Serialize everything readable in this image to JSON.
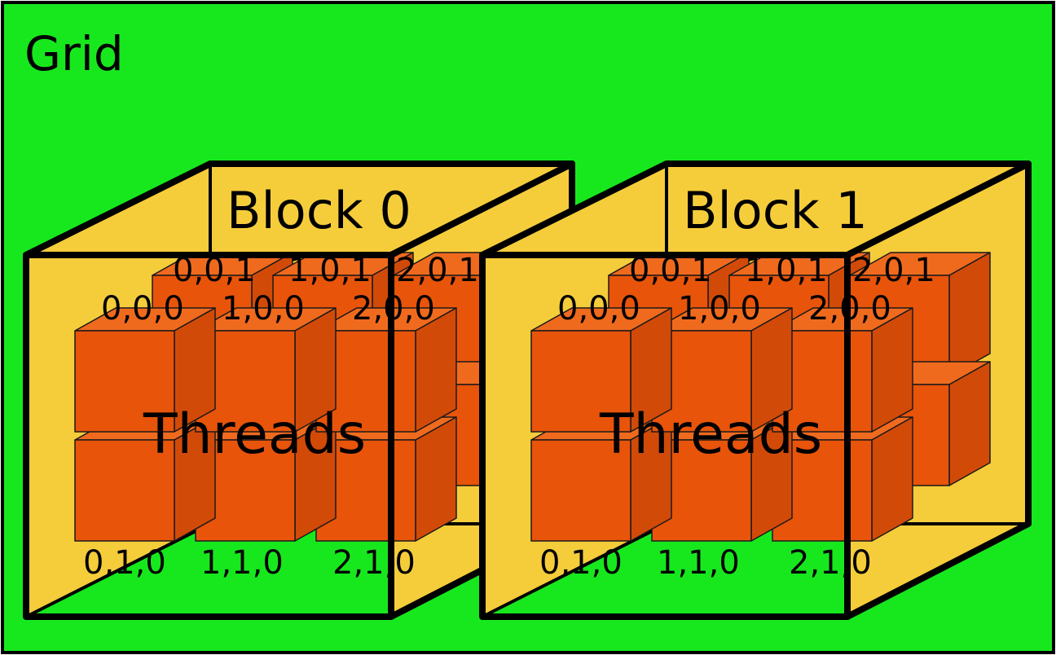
{
  "grid": {
    "label": "Grid"
  },
  "blocks": [
    {
      "label": "Block 0",
      "threads_label": "Threads",
      "top_back_labels": [
        "0,0,1",
        "1,0,1",
        "2,0,1"
      ],
      "top_front_labels": [
        "0,0,0",
        "1,0,0",
        "2,0,0"
      ],
      "bottom_labels": [
        "0,1,0",
        "1,1,0",
        "2,1,0"
      ]
    },
    {
      "label": "Block 1",
      "threads_label": "Threads",
      "top_back_labels": [
        "0,0,1",
        "1,0,1",
        "2,0,1"
      ],
      "top_front_labels": [
        "0,0,0",
        "1,0,0",
        "2,0,0"
      ],
      "bottom_labels": [
        "0,1,0",
        "1,1,0",
        "2,1,0"
      ]
    }
  ],
  "colors": {
    "grid_fill": "#17e81e",
    "block_fill": "#f5cd3b",
    "thread_front": "#e8540a",
    "thread_side": "#d24a08",
    "thread_top": "#f06a1e",
    "outline": "#000000"
  }
}
